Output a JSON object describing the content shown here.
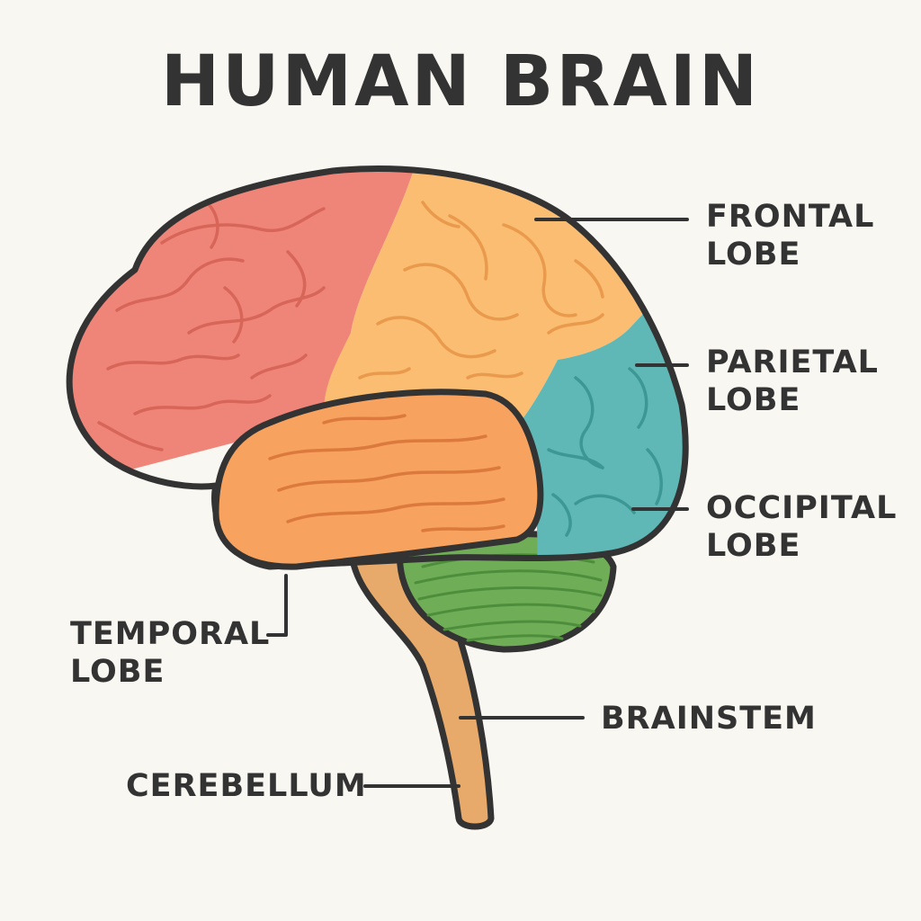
{
  "title": "HUMAN BRAIN",
  "labels": {
    "frontal": [
      "FRONTAL",
      "LOBE"
    ],
    "parietal": [
      "PARIETAL",
      "LOBE"
    ],
    "occipital": [
      "OCCIPITAL",
      "LOBE"
    ],
    "temporal": [
      "TEMPORAL",
      "LOBE"
    ],
    "brainstem": "BRAINSTEM",
    "cerebellum": "CEREBELLUM"
  },
  "colors": {
    "background": "#f9f7f2",
    "outline": "#333333",
    "red_region": "#ef8578",
    "red_folds": "#d76659",
    "yellow_region": "#fbbd72",
    "yellow_folds": "#e99a4c",
    "orange_region": "#f7a25e",
    "orange_folds": "#db7a3c",
    "teal_region": "#5fb8b6",
    "teal_folds": "#3d9895",
    "green_region": "#6fae57",
    "green_folds": "#4e8d3c",
    "stem": "#e8aa6a"
  }
}
